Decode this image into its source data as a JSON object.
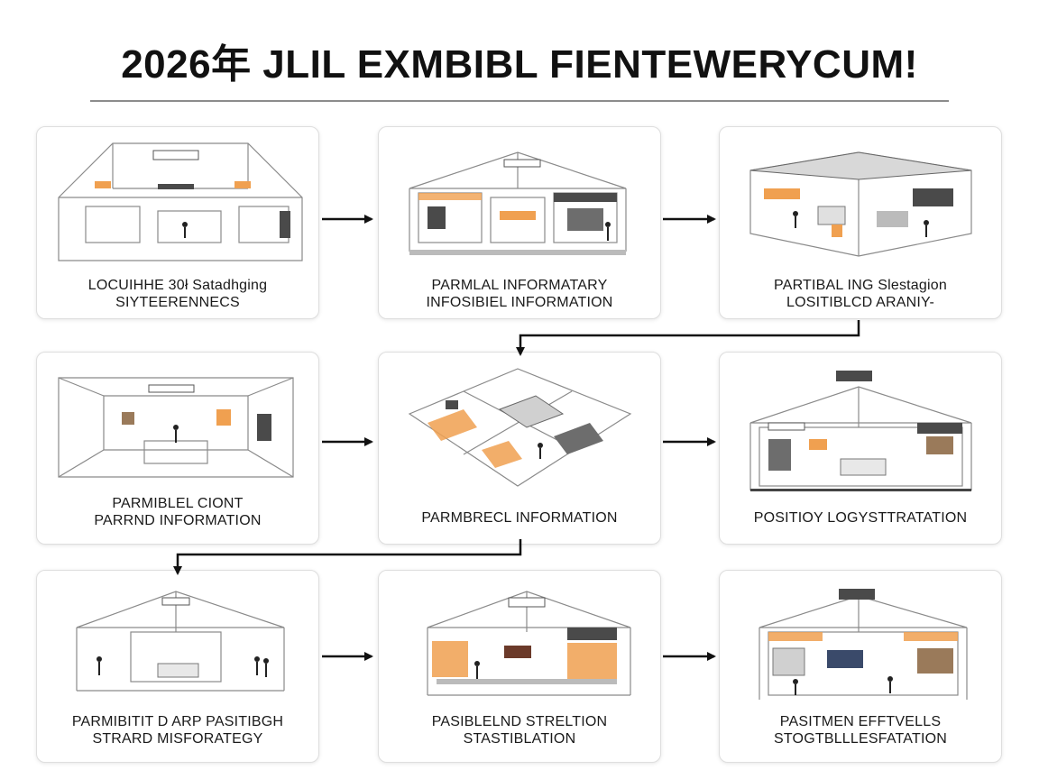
{
  "title": "2026年 JLIL EXMBIBL FIENTEWERYCUM!",
  "colors": {
    "accent_orange": "#f0a050",
    "dark_panel": "#4a4a4a",
    "line": "#8a8a8a",
    "arrow": "#111111"
  },
  "cards": [
    {
      "caption": [
        "LOCUIHHE 30ł Satadhging",
        "SIYTEERENNECS"
      ],
      "icon": "exhibition-hall-illustration"
    },
    {
      "caption": [
        "PARMLAL INFORMATARY",
        "INFOSIBIEL INFORMATION"
      ],
      "icon": "exhibition-tent-illustration"
    },
    {
      "caption": [
        "PARTIBAL ING Slestagion",
        "LOSITIBLCD ARANIY-"
      ],
      "icon": "exhibition-isometric-illustration"
    },
    {
      "caption": [
        "PARMIBLEL CIONT",
        "PARRND INFORMATION"
      ],
      "icon": "exhibition-hall-illustration"
    },
    {
      "caption": [
        "PARMBRECL INFORMATION"
      ],
      "icon": "exhibition-isometric-illustration"
    },
    {
      "caption": [
        "POSITIOY LOGYSTTRATATION"
      ],
      "icon": "exhibition-tent-illustration"
    },
    {
      "caption": [
        "PARMIBITIT D ARP PASITIBGH",
        "STRARD MISFORATEGY"
      ],
      "icon": "exhibition-tent-illustration"
    },
    {
      "caption": [
        "PASIBLELND STRELTION",
        "STASTIBLATION"
      ],
      "icon": "exhibition-tent-illustration"
    },
    {
      "caption": [
        "PASITMEN EFFTVELLS",
        "STOGTBLLLESFATATION"
      ],
      "icon": "exhibition-tent-illustration"
    }
  ]
}
